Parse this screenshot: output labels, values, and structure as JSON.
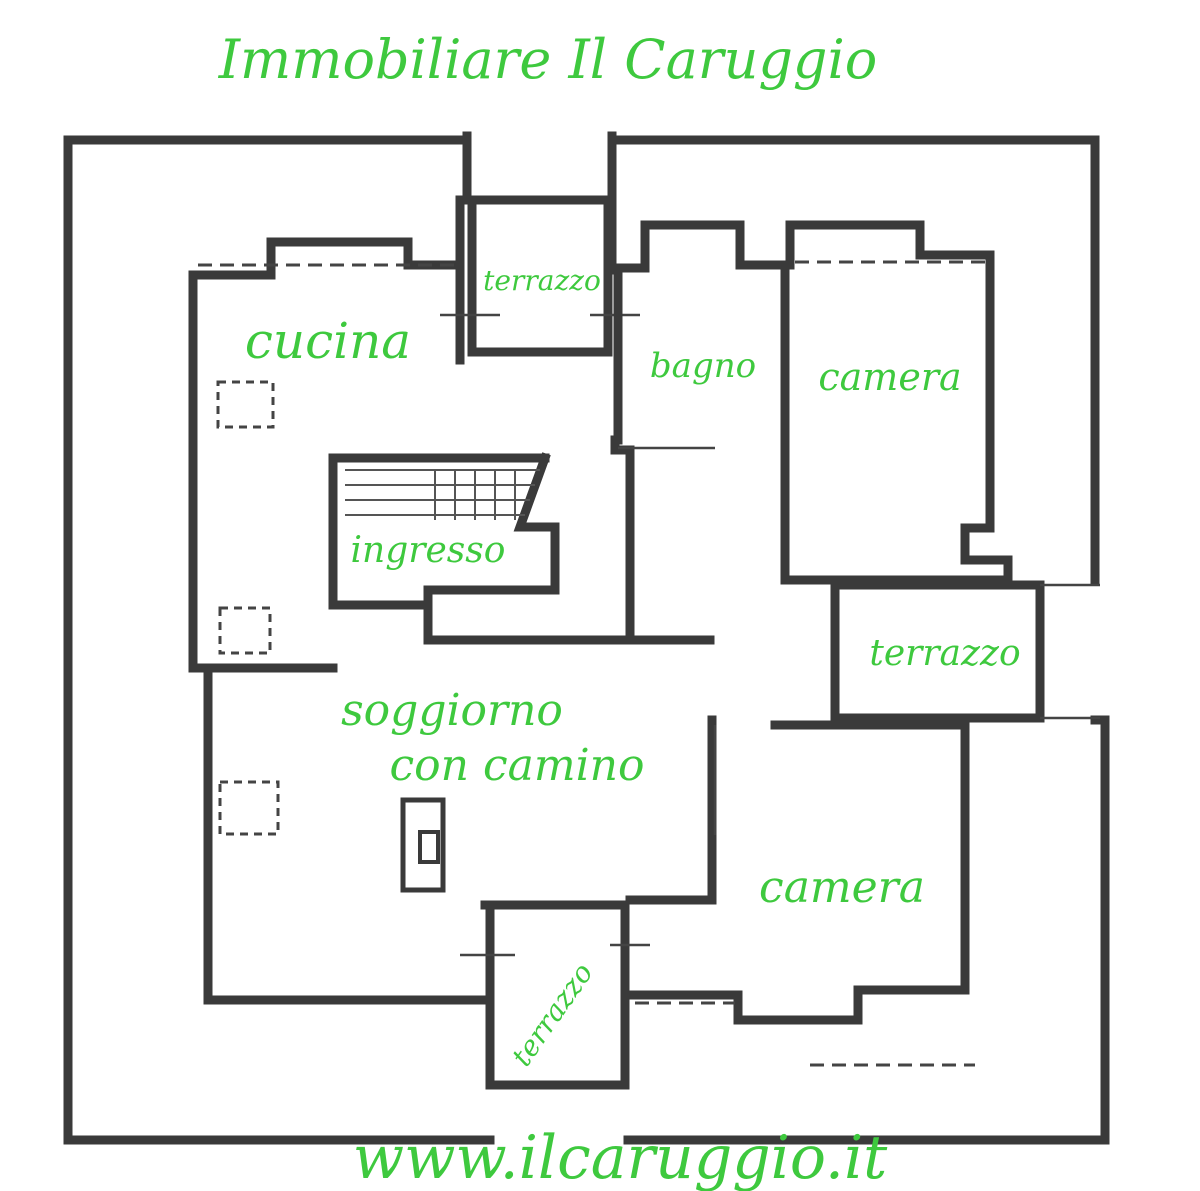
{
  "header": {
    "title": "Immobiliare Il Caruggio"
  },
  "footer": {
    "website": "www.ilcaruggio.it"
  },
  "rooms": {
    "cucina": "cucina",
    "bagno": "bagno",
    "camera_top": "camera",
    "camera_bottom": "camera",
    "ingresso": "ingresso",
    "soggiorno_line1": "soggiorno",
    "soggiorno_line2": "con camino",
    "terrazzo_top": "terrazzo",
    "terrazzo_right": "terrazzo",
    "terrazzo_bottom": "terrazzo"
  },
  "colors": {
    "label": "#3ec93e",
    "wall": "#3a3a3a",
    "background": "#ffffff"
  }
}
